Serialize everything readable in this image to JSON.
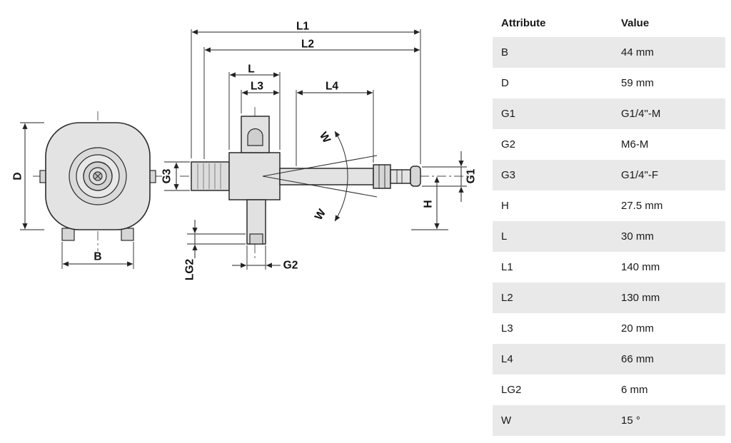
{
  "table": {
    "headers": {
      "attribute": "Attribute",
      "value": "Value"
    },
    "rows": [
      {
        "attribute": "B",
        "value": "44 mm"
      },
      {
        "attribute": "D",
        "value": "59 mm"
      },
      {
        "attribute": "G1",
        "value": "G1/4\"-M"
      },
      {
        "attribute": "G2",
        "value": "M6-M"
      },
      {
        "attribute": "G3",
        "value": "G1/4\"-F"
      },
      {
        "attribute": "H",
        "value": "27.5 mm"
      },
      {
        "attribute": "L",
        "value": "30 mm"
      },
      {
        "attribute": "L1",
        "value": "140 mm"
      },
      {
        "attribute": "L2",
        "value": "130 mm"
      },
      {
        "attribute": "L3",
        "value": "20 mm"
      },
      {
        "attribute": "L4",
        "value": "66 mm"
      },
      {
        "attribute": "LG2",
        "value": "6 mm"
      },
      {
        "attribute": "W",
        "value": "15 °"
      }
    ]
  },
  "diagram": {
    "labels": {
      "D": "D",
      "B": "B",
      "L1": "L1",
      "L2": "L2",
      "L": "L",
      "L3": "L3",
      "L4": "L4",
      "G3": "G3",
      "G1": "G1",
      "H": "H",
      "LG2": "LG2",
      "G2": "G2",
      "W": "W"
    }
  },
  "colors": {
    "line": "#2b2b2b",
    "dimension": "#222222",
    "part_fill": "#e3e3e3",
    "text": "#191919",
    "table_alt_row": "#e9e9e9"
  }
}
